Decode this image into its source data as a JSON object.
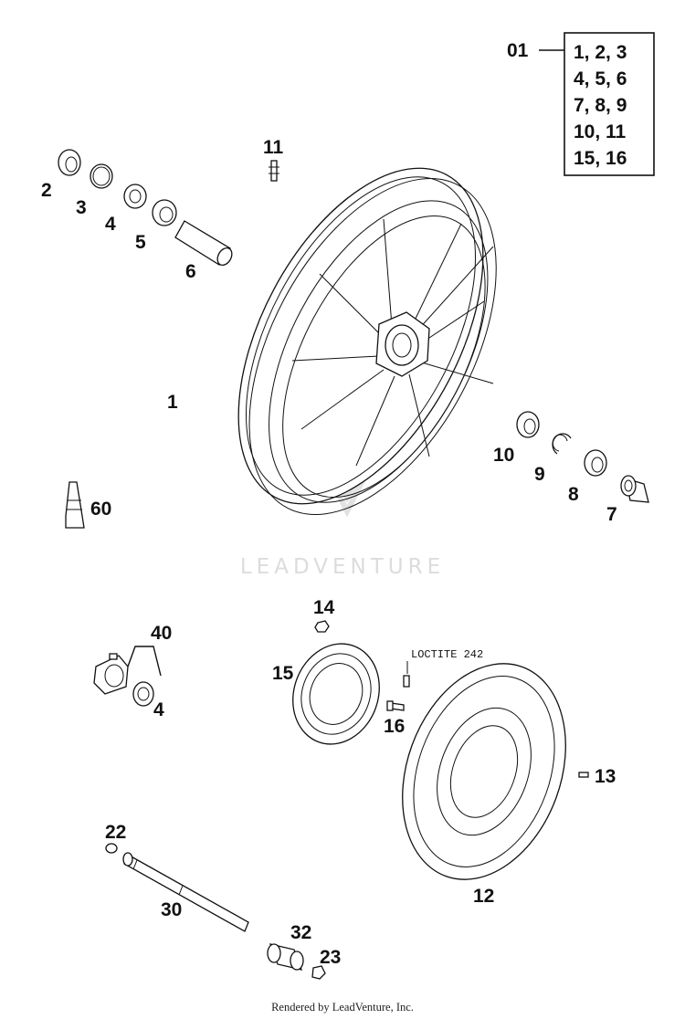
{
  "parts_kit": {
    "label": "01",
    "rows": [
      "1, 2, 3",
      "4, 5, 6",
      "7, 8, 9",
      "10, 11",
      "15, 16"
    ]
  },
  "callouts": {
    "c1": "1",
    "c2": "2",
    "c3": "3",
    "c4a": "4",
    "c5": "5",
    "c6": "6",
    "c7": "7",
    "c8": "8",
    "c9": "9",
    "c10": "10",
    "c11": "11",
    "c12": "12",
    "c13": "13",
    "c14": "14",
    "c15": "15",
    "c16": "16",
    "c22": "22",
    "c23": "23",
    "c30": "30",
    "c32": "32",
    "c40": "40",
    "c4b": "4",
    "c60": "60"
  },
  "note": "LOCTITE 242",
  "watermark": "LEADVENTURE",
  "footer": "Rendered by LeadVenture, Inc."
}
